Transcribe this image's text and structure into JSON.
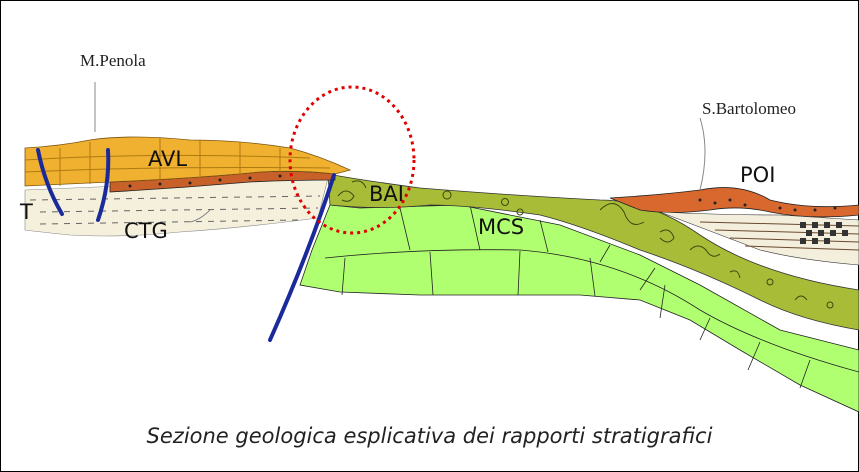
{
  "places": {
    "penola": "M.Penola",
    "bartolomeo": "S.Bartolomeo"
  },
  "units": {
    "avl": "AVL",
    "bai": "BAI",
    "poi": "POI",
    "ctg": "CTG",
    "mcs": "MCS",
    "t": "T"
  },
  "caption": "Sezione geologica esplicativa dei rapporti stratigrafici",
  "colors": {
    "avl": "#f0b030",
    "avl_lines": "#b07a10",
    "red_band": "#c8602a",
    "ctg": "#f4f0dc",
    "bai": "#a8bc38",
    "mcs": "#b0ff70",
    "poi": "#d9682e",
    "fault": "#1a2a9a",
    "highlight": "#e00000"
  }
}
